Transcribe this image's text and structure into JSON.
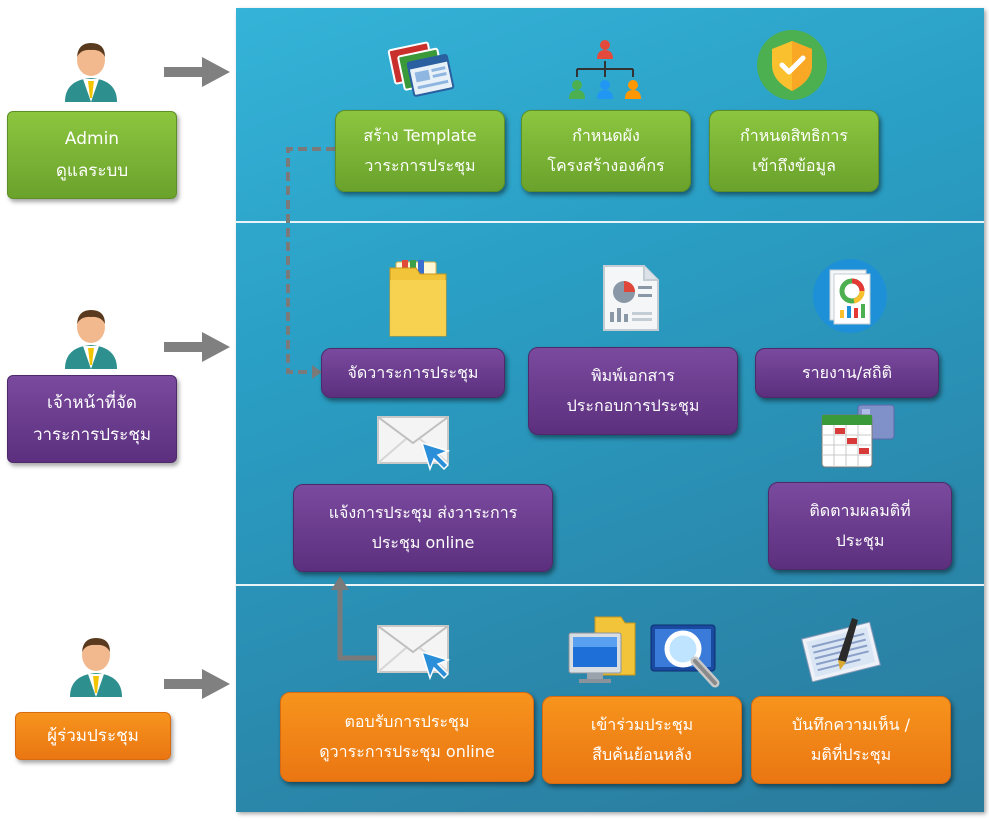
{
  "roles": {
    "admin": {
      "line1": "Admin",
      "line2": "ดูแลระบบ"
    },
    "staff": {
      "line1": "เจ้าหน้าที่จัด",
      "line2": "วาระการประชุม"
    },
    "attendee": {
      "line1": "ผู้ร่วมประชุม"
    }
  },
  "admin_tier": {
    "template": {
      "line1": "สร้าง Template",
      "line2": "วาระการประชุม"
    },
    "org_chart": {
      "line1": "กำหนดผัง",
      "line2": "โครงสร้างองค์กร"
    },
    "access": {
      "line1": "กำหนดสิทธิการ",
      "line2": "เข้าถึงข้อมูล"
    }
  },
  "staff_tier": {
    "agenda": {
      "line1": "จัดวาระการประชุม"
    },
    "print": {
      "line1": "พิมพ์เอกสาร",
      "line2": "ประกอบการประชุม"
    },
    "report": {
      "line1": "รายงาน/สถิติ"
    },
    "notify": {
      "line1": "แจ้งการประชุม ส่งวาระการ",
      "line2": "ประชุม online"
    },
    "follow": {
      "line1": "ติดตามผลมติที่",
      "line2": "ประชุม"
    }
  },
  "attendee_tier": {
    "respond": {
      "line1": "ตอบรับการประชุม",
      "line2": "ดูวาระการประชุม online"
    },
    "join": {
      "line1": "เข้าร่วมประชุม",
      "line2": "สืบค้นย้อนหลัง"
    },
    "record": {
      "line1": "บันทึกความเห็น /",
      "line2": "มติที่ประชุม"
    }
  },
  "colors": {
    "panel": "#2a9ec4",
    "green": "#7cb637",
    "purple": "#6a3a8e",
    "orange": "#f28518",
    "arrow": "#808080"
  }
}
